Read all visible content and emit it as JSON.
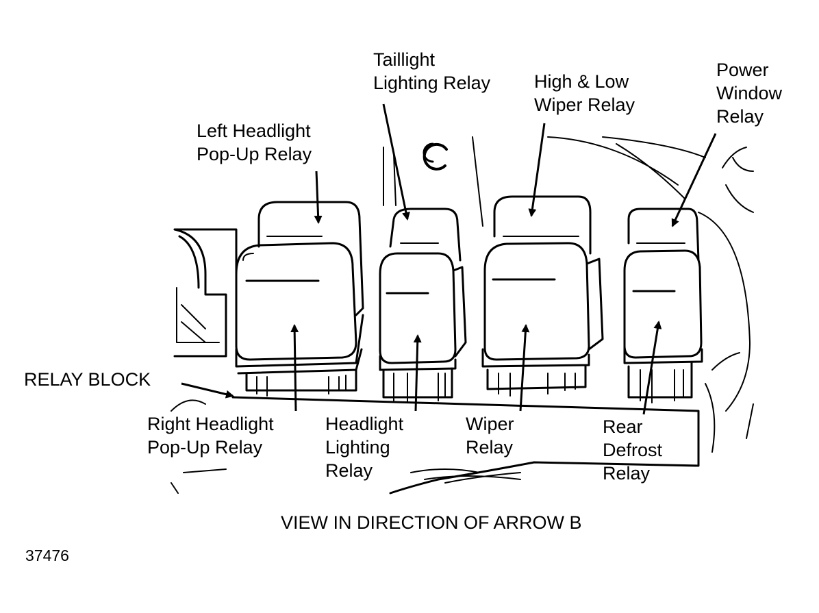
{
  "labels": {
    "taillight_lighting_relay": [
      "Taillight",
      "Lighting Relay"
    ],
    "high_low_wiper_relay": [
      "High & Low",
      "Wiper Relay"
    ],
    "power_window_relay": [
      "Power",
      "Window",
      "Relay"
    ],
    "left_headlight_popup_relay": [
      "Left Headlight",
      "Pop-Up Relay"
    ],
    "relay_block": "RELAY BLOCK",
    "right_headlight_popup_relay": [
      "Right Headlight",
      "Pop-Up Relay"
    ],
    "headlight_lighting_relay": [
      "Headlight",
      "Lighting",
      "Relay"
    ],
    "wiper_relay": [
      "Wiper",
      "Relay"
    ],
    "rear_defrost_relay": [
      "Rear",
      "Defrost",
      "Relay"
    ]
  },
  "caption": "VIEW IN DIRECTION OF ARROW B",
  "figure_number": "37476",
  "colors": {
    "ink": "#000000",
    "paper": "#ffffff"
  }
}
